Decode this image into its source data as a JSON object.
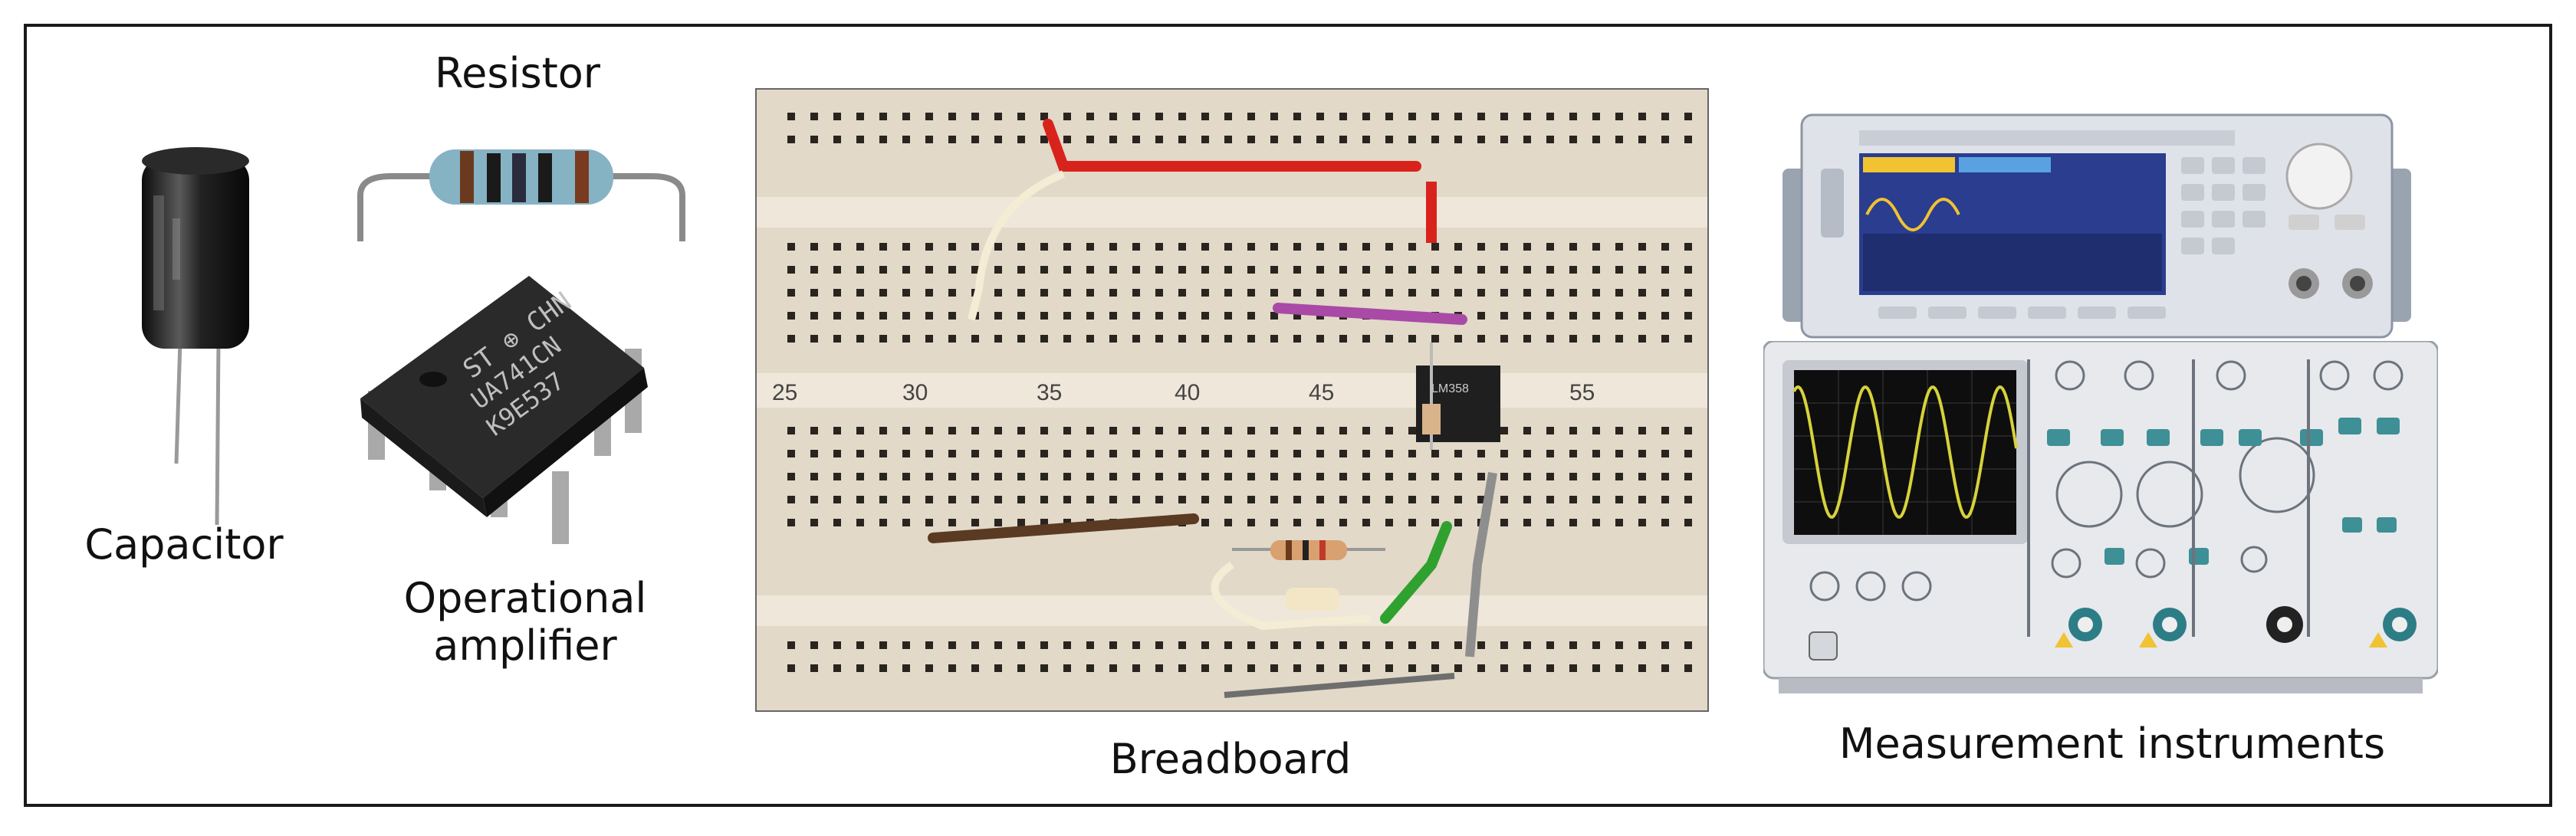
{
  "labels": {
    "capacitor": "Capacitor",
    "resistor": "Resistor",
    "opamp_line1": "Operational",
    "opamp_line2": "amplifier",
    "breadboard": "Breadboard",
    "instruments": "Measurement instruments"
  },
  "opamp_marking": {
    "line1": "ST ⊕ CHN",
    "line2": "UA741CN",
    "line3": "K9E537"
  },
  "breadboard_numbers": [
    "25",
    "30",
    "35",
    "40",
    "45",
    "55"
  ],
  "chip_marking": "LM358"
}
